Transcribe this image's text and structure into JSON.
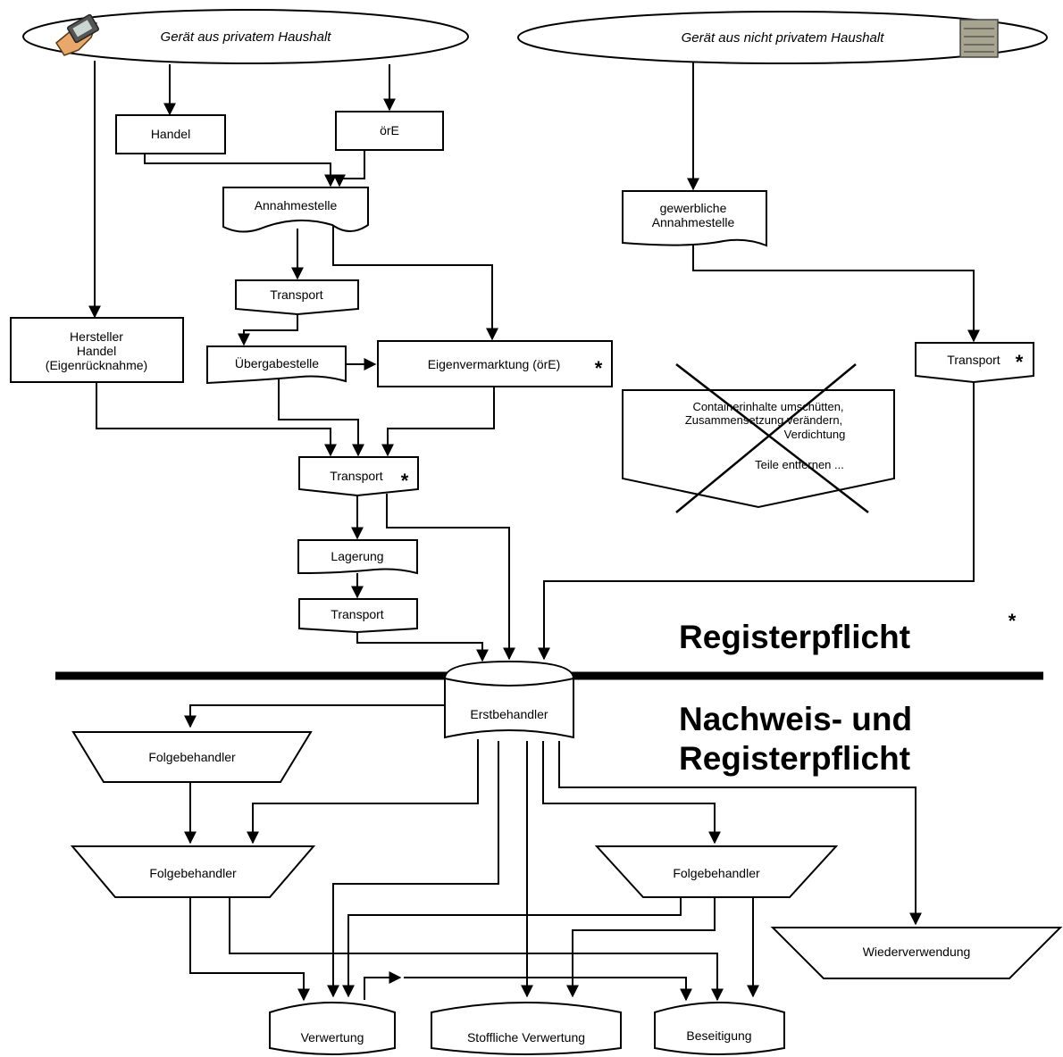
{
  "diagram": {
    "nodes": {
      "private_household": "Gerät aus privatem Haushalt",
      "nonprivate_household": "Gerät aus nicht privatem Haushalt",
      "handel": "Handel",
      "oere": "örE",
      "annahmestelle": "Annahmestelle",
      "gewerbliche_annahmestelle": [
        "gewerbliche",
        "Annahmestelle"
      ],
      "transport_1": "Transport",
      "hersteller": [
        "Hersteller",
        "Handel",
        "(Eigenrücknahme)"
      ],
      "uebergabestelle": "Übergabestelle",
      "eigenvermarktung": "Eigenvermarktung (örE)",
      "transport_right": "Transport",
      "crossed_note": [
        "Containerinhalte umschütten,",
        "Zusammensetzung verändern,",
        "Verdichtung",
        "Teile entfernen ..."
      ],
      "transport_2": "Transport",
      "lagerung": "Lagerung",
      "transport_3": "Transport",
      "erstbehandler": "Erstbehandler",
      "folgebehandler_1": "Folgebehandler",
      "folgebehandler_2": "Folgebehandler",
      "folgebehandler_3": "Folgebehandler",
      "wiederverwendung": "Wiederverwendung",
      "verwertung": "Verwertung",
      "stoffliche_verwertung": "Stoffliche Verwertung",
      "beseitigung": "Beseitigung"
    },
    "asterisk": "*",
    "zones": {
      "registerpflicht": "Registerpflicht",
      "nachweis_line1": "Nachweis- und",
      "nachweis_line2": "Registerpflicht"
    },
    "icons": [
      "hand-device-icon",
      "cabinet-server-icon"
    ]
  }
}
